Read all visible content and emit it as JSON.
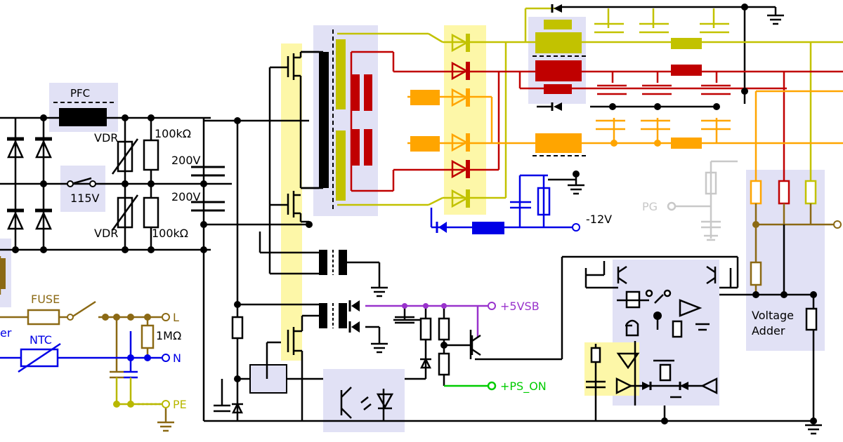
{
  "colors": {
    "wire": "#000000",
    "hv_block": "#e1e1f5",
    "opto_bg": "#e1e1f5",
    "highlight_yellow": "#fdf7a8",
    "rail_olive": "#c2c200",
    "rail_red": "#c00000",
    "rail_orange": "#ffa500",
    "rail_blue": "#0000e6",
    "rail_purple": "#9933cc",
    "rail_green": "#00cc00",
    "rail_grey": "#c8c8c8",
    "mains_brown": "#8b6914",
    "pe_yellow": "#b8b800"
  },
  "labels": {
    "pfc": "PFC",
    "vdr_top": "VDR",
    "vdr_bottom": "VDR",
    "r_top": "100kΩ",
    "r_bottom": "100kΩ",
    "v200_top": "200V",
    "v200_bottom": "200V",
    "switch_115": "115V",
    "fuse": "FUSE",
    "ntc": "NTC",
    "r_1m": "1MΩ",
    "line": "L",
    "neutral": "N",
    "pe": "PE",
    "er": "er",
    "minus12": "-12V",
    "pg": "PG",
    "vsb": "+5VSB",
    "ps_on": "+PS_ON",
    "voltage_adder_1": "Voltage",
    "voltage_adder_2": "Adder"
  }
}
